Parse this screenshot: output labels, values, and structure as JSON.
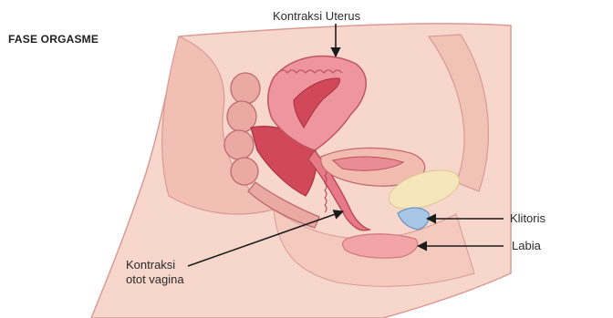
{
  "title": "FASE ORGASME",
  "labels": {
    "uterus": "Kontraksi Uterus",
    "klitoris": "Klitoris",
    "labia": "Labia",
    "vagina_line1": "Kontraksi",
    "vagina_line2": "otot vagina"
  },
  "colors": {
    "skin": "#f5cfc4",
    "tissue": "#f3b9ad",
    "uterus": "#ec8e99",
    "uterus_dark": "#d2485b",
    "vagina": "#c8344a",
    "bladder": "#f4e6bc",
    "klitoris": "#a7c6e6",
    "labia": "#f2a4a6",
    "outline": "#c46c70"
  }
}
